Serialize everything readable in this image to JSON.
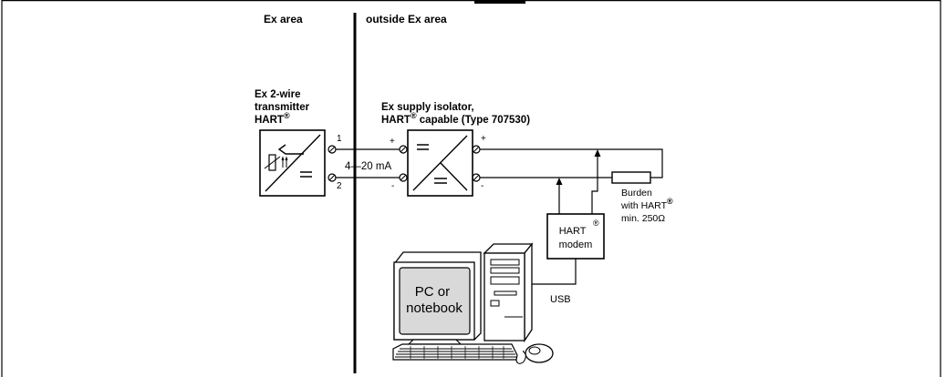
{
  "header": {
    "partial_title": ""
  },
  "zones": {
    "ex": "Ex area",
    "outside": "outside Ex area"
  },
  "transmitter": {
    "line1": "Ex 2-wire",
    "line2": "transmitter",
    "line3": "HART",
    "reg": "®"
  },
  "isolator": {
    "line1": "Ex supply isolator,",
    "line2_a": "HART",
    "reg": "®",
    "line2_b": " capable (Type 707530)"
  },
  "loop": {
    "current": "4—20 mA",
    "term1": "1",
    "term2": "2",
    "plus": "+",
    "minus": "-"
  },
  "burden": {
    "line1": "Burden",
    "line2": "with HART",
    "reg": "®",
    "line3": "min. 250Ω"
  },
  "modem": {
    "line1": "HART",
    "line2": "modem",
    "reg": "®"
  },
  "pc": {
    "line1": "PC or",
    "line2": "notebook"
  },
  "connection": {
    "usb": "USB"
  },
  "colors": {
    "line": "#000000",
    "background": "#ffffff",
    "screen": "#d9d9d9"
  }
}
